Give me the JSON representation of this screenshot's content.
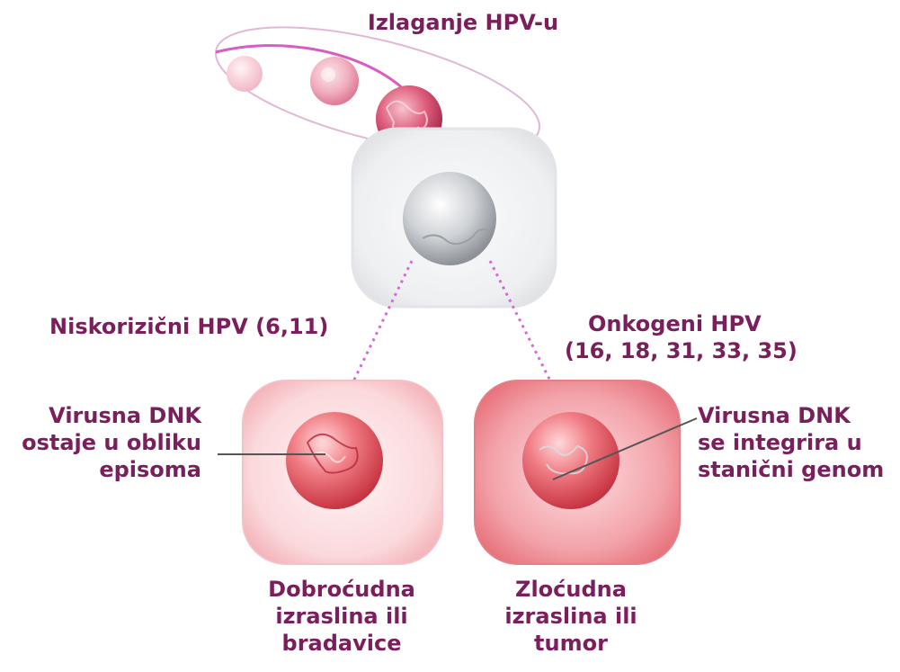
{
  "title": "Izlaganje HPV-u",
  "branches": {
    "low_risk": {
      "label": "Niskorizični HPV (6,11)",
      "nucleus_note": [
        "Virusna DNK",
        "ostaje u obliku",
        "episoma"
      ],
      "outcome": [
        "Dobroćudna",
        "izraslina ili",
        "bradavice"
      ]
    },
    "oncogenic": {
      "label_lines": [
        "Onkogeni HPV",
        "(16, 18, 31, 33, 35)"
      ],
      "nucleus_note": [
        "Virusna DNK",
        "se integrira u",
        "stanični genom"
      ],
      "outcome": [
        "Zloćudna",
        "izraslina ili",
        "tumor"
      ]
    }
  },
  "colors": {
    "label_text": "#7a1f5c",
    "arrow": "#d46ad8",
    "virus": "#e0708c",
    "benign_cell": "#f6c9cc",
    "malignant_cell": "#ec7f86"
  }
}
